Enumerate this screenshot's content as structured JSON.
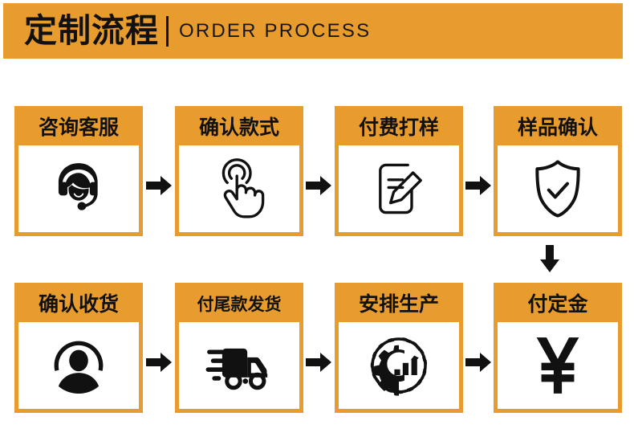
{
  "header": {
    "title_cn": "定制流程",
    "title_en": "ORDER PROCESS",
    "accent_color": "#e89c2e",
    "text_color": "#111111"
  },
  "flow": {
    "direction_note": "row1 left-to-right, down connector at right, row2 right-to-left",
    "steps": [
      {
        "order": 1,
        "label": "咨询客服",
        "icon": "headset-agent-icon",
        "row": 1,
        "col": 1
      },
      {
        "order": 2,
        "label": "确认款式",
        "icon": "tap-hand-icon",
        "row": 1,
        "col": 2
      },
      {
        "order": 3,
        "label": "付费打样",
        "icon": "document-pen-icon",
        "row": 1,
        "col": 3
      },
      {
        "order": 4,
        "label": "样品确认",
        "icon": "shield-check-icon",
        "row": 1,
        "col": 4
      },
      {
        "order": 5,
        "label": "付定金",
        "icon": "yen-currency-icon",
        "row": 2,
        "col": 4
      },
      {
        "order": 6,
        "label": "安排生产",
        "icon": "gear-chart-icon",
        "row": 2,
        "col": 3
      },
      {
        "order": 7,
        "label": "付尾款发货",
        "icon": "delivery-truck-icon",
        "row": 2,
        "col": 2
      },
      {
        "order": 8,
        "label": "确认收货",
        "icon": "user-receipt-icon",
        "row": 2,
        "col": 1
      }
    ],
    "connectors": [
      {
        "id": 1,
        "type": "arrow-right"
      },
      {
        "id": 2,
        "type": "arrow-right"
      },
      {
        "id": 3,
        "type": "arrow-right"
      },
      {
        "id": 4,
        "type": "arrow-down"
      },
      {
        "id": 5,
        "type": "arrow-right"
      },
      {
        "id": 6,
        "type": "arrow-right"
      },
      {
        "id": 7,
        "type": "arrow-right"
      }
    ]
  }
}
